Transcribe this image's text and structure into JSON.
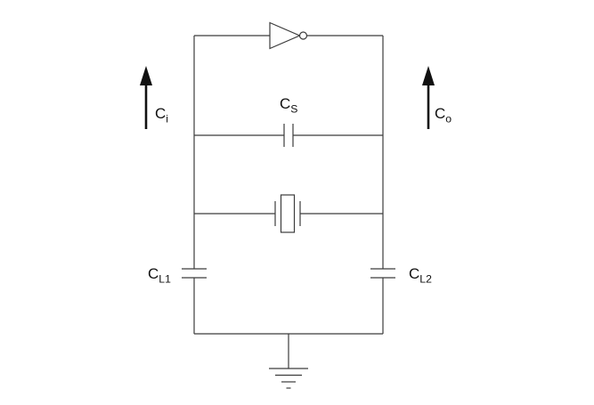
{
  "diagram": {
    "kind": "circuit-schematic",
    "labels": {
      "input_current": {
        "main": "C",
        "sub": "i"
      },
      "output_current": {
        "main": "C",
        "sub": "o"
      },
      "series_capacitor": {
        "main": "C",
        "sub": "S"
      },
      "load_capacitor_1": {
        "main": "C",
        "sub": "L1"
      },
      "load_capacitor_2": {
        "main": "C",
        "sub": "L2"
      }
    },
    "components": [
      "inverter-gate",
      "series-capacitor",
      "crystal",
      "load-capacitor-left",
      "load-capacitor-right",
      "ground",
      "input-current-arrow",
      "output-current-arrow"
    ],
    "colors": {
      "wire": "#3c3c3c",
      "label": "#111111",
      "background": "#ffffff"
    }
  }
}
